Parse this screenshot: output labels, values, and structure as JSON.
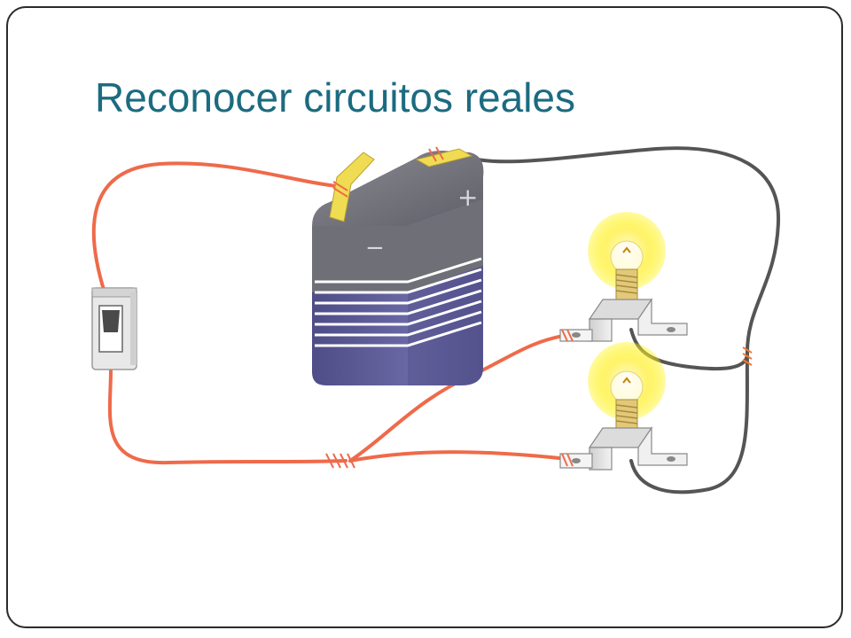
{
  "slide": {
    "title": "Reconocer circuitos reales"
  },
  "battery": {
    "minus_label": "−",
    "plus_label": "+",
    "body_color": "#5b5a92",
    "top_color": "#6f6f78",
    "terminal_color": "#f0dc52"
  },
  "wires": {
    "red_color": "#ef6a4a",
    "black_color": "#555555"
  },
  "bulbs": {
    "count": 2,
    "glow_color": "#fff200"
  },
  "switch": {
    "state": "open"
  },
  "title_color": "#1c6b80"
}
